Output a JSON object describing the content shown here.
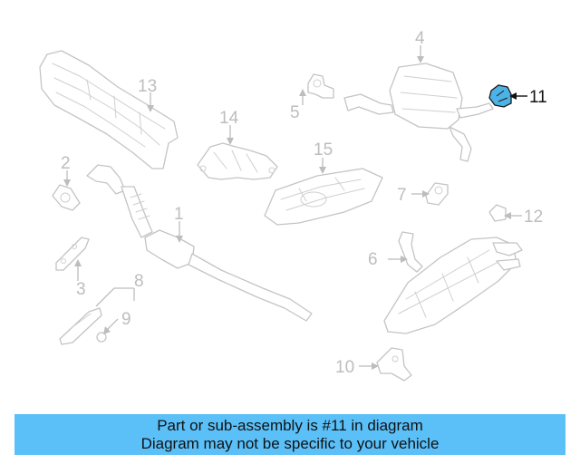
{
  "diagram": {
    "highlighted_part": "11",
    "callouts": [
      "1",
      "2",
      "3",
      "4",
      "5",
      "6",
      "7",
      "8",
      "9",
      "10",
      "11",
      "12",
      "13",
      "14",
      "15"
    ]
  },
  "banner": {
    "line1": "Part or sub-assembly is #11 in diagram",
    "line2": "Diagram may not be specific to your vehicle"
  },
  "colors": {
    "banner_bg": "#5bc0f8",
    "highlight": "#4db3e6",
    "line_art": "#c4c4c4"
  }
}
